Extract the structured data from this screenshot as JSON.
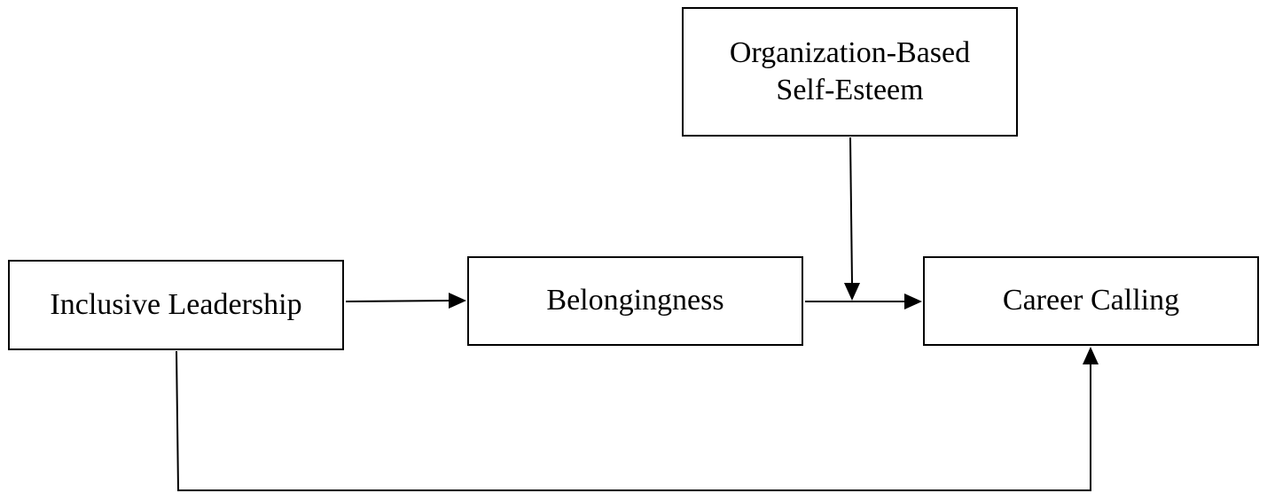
{
  "diagram": {
    "nodes": {
      "inclusive_leadership": {
        "label": "Inclusive Leadership"
      },
      "belongingness": {
        "label": "Belongingness"
      },
      "career_calling": {
        "label": "Career Calling"
      },
      "organization_based_self_esteem": {
        "label_line1": "Organization-Based",
        "label_line2": "Self-Esteem"
      }
    },
    "edges": [
      {
        "from": "inclusive_leadership",
        "to": "belongingness",
        "type": "direct"
      },
      {
        "from": "belongingness",
        "to": "career_calling",
        "type": "direct"
      },
      {
        "from": "organization_based_self_esteem",
        "to": "belongingness->career_calling",
        "type": "moderation"
      },
      {
        "from": "inclusive_leadership",
        "to": "career_calling",
        "type": "direct"
      }
    ],
    "colors": {
      "stroke": "#000000",
      "background": "#ffffff"
    }
  }
}
